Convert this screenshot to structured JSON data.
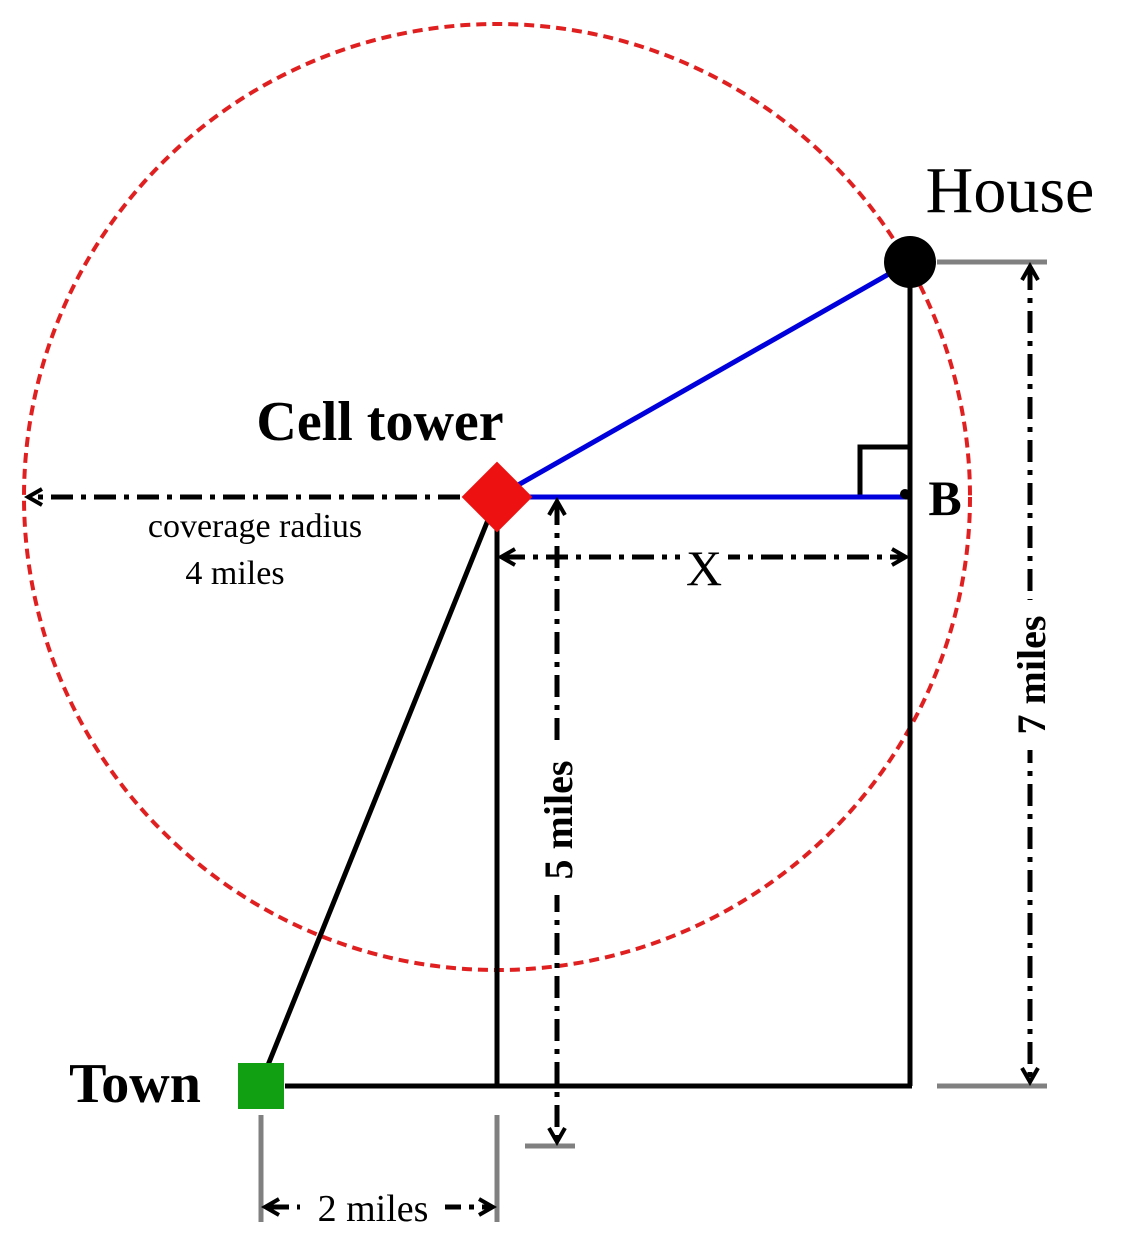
{
  "labels": {
    "house": "House",
    "cell_tower": "Cell tower",
    "coverage_line1": "coverage radius",
    "coverage_line2": "4 miles",
    "town": "Town",
    "point_b": "B",
    "x": "X",
    "dist_2": "2 miles",
    "dist_5": "5 miles",
    "dist_7": "7 miles"
  },
  "colors": {
    "coverage_circle": "#e02020",
    "tower": "#ee1111",
    "town": "#11a011",
    "blue_lines": "#0000dd",
    "ticks": "#808080"
  }
}
